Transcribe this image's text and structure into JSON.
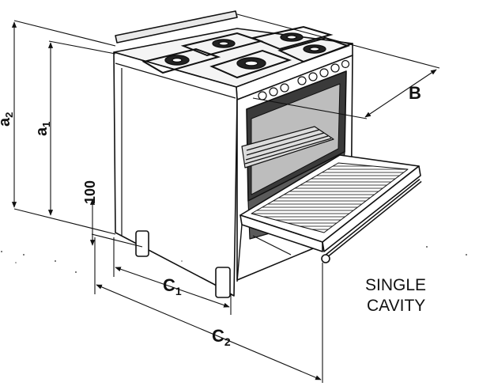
{
  "labels": {
    "a2": {
      "main": "a",
      "sub": "2"
    },
    "a1": {
      "main": "a",
      "sub": "1"
    },
    "h100": "100",
    "b": "B",
    "c1": {
      "main": "C",
      "sub": "1"
    },
    "c2": {
      "main": "C",
      "sub": "2"
    }
  },
  "caption": {
    "line1": "SINGLE",
    "line2": "CAVITY"
  },
  "colors": {
    "ink": "#111111",
    "paper": "#ffffff",
    "shade": "#6b6b6b",
    "light": "#c9c9c9"
  }
}
